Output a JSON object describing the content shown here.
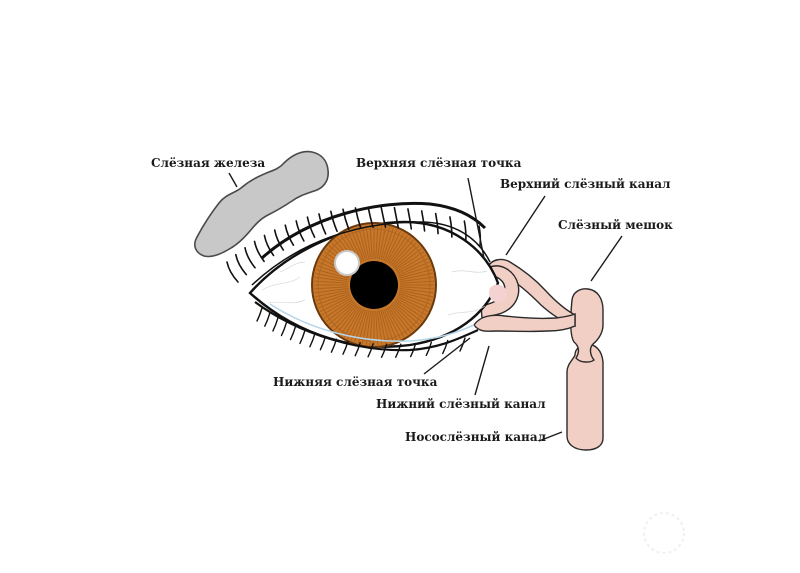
{
  "diagram": {
    "labels": {
      "lacrimal_gland": "Слёзная железа",
      "upper_punctum": "Верхняя слёзная точка",
      "upper_canaliculus": "Верхний слёзный канал",
      "lacrimal_sac": "Слёзный мешок",
      "lower_punctum": "Нижняя слёзная точка",
      "lower_canaliculus": "Нижний слёзный канал",
      "nasolacrimal_duct": "Носослёзный канал"
    },
    "colors": {
      "iris": "#c8782a",
      "iris_dark": "#8a4a12",
      "pupil": "#000000",
      "gland": "#c8c8c8",
      "duct": "#f2cfc4",
      "duct_outline": "#2a2a2a",
      "outline": "#111111"
    }
  }
}
